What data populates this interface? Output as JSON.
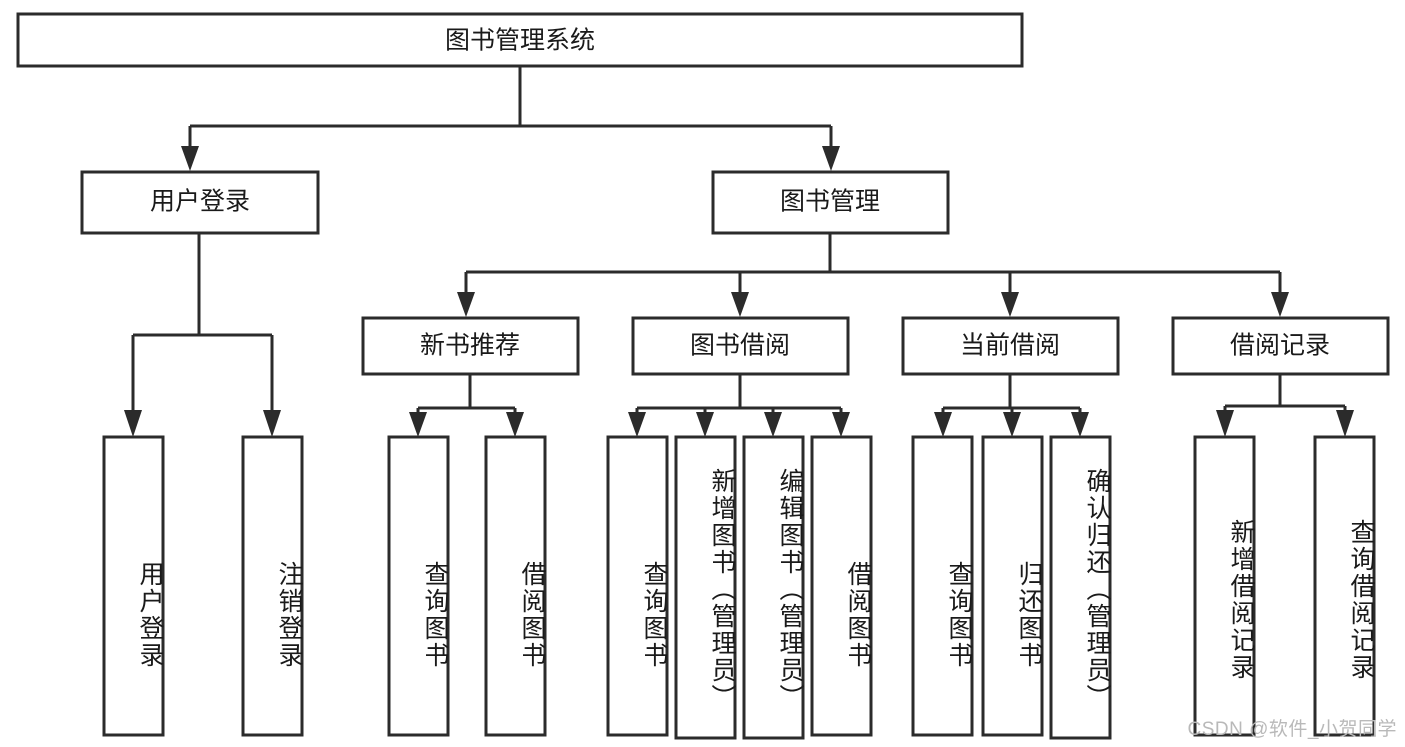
{
  "diagram": {
    "title": "图书管理系统",
    "type": "tree",
    "watermark": "CSDN @软件_小贺同学",
    "colors": {
      "box_stroke": "#2b2b2b",
      "box_fill": "#ffffff",
      "text": "#1a1a1a",
      "background": "#ffffff",
      "watermark": "#b9b9b9"
    },
    "root": {
      "label": "图书管理系统"
    },
    "level2": [
      {
        "label": "用户登录"
      },
      {
        "label": "图书管理"
      }
    ],
    "level3": [
      {
        "label": "新书推荐"
      },
      {
        "label": "图书借阅"
      },
      {
        "label": "当前借阅"
      },
      {
        "label": "借阅记录"
      }
    ],
    "leaves": {
      "user_login": [
        {
          "label": "用户登录"
        },
        {
          "label": "注销登录"
        }
      ],
      "new_book_recommend": [
        {
          "label": "查询图书"
        },
        {
          "label": "借阅图书"
        }
      ],
      "book_borrow": [
        {
          "label": "查询图书"
        },
        {
          "label": "新增图书（管理员）"
        },
        {
          "label": "编辑图书（管理员）"
        },
        {
          "label": "借阅图书"
        }
      ],
      "current_borrow": [
        {
          "label": "查询图书"
        },
        {
          "label": "归还图书"
        },
        {
          "label": "确认归还（管理员）"
        }
      ],
      "borrow_record": [
        {
          "label": "新增借阅记录"
        },
        {
          "label": "查询借阅记录"
        }
      ]
    }
  }
}
